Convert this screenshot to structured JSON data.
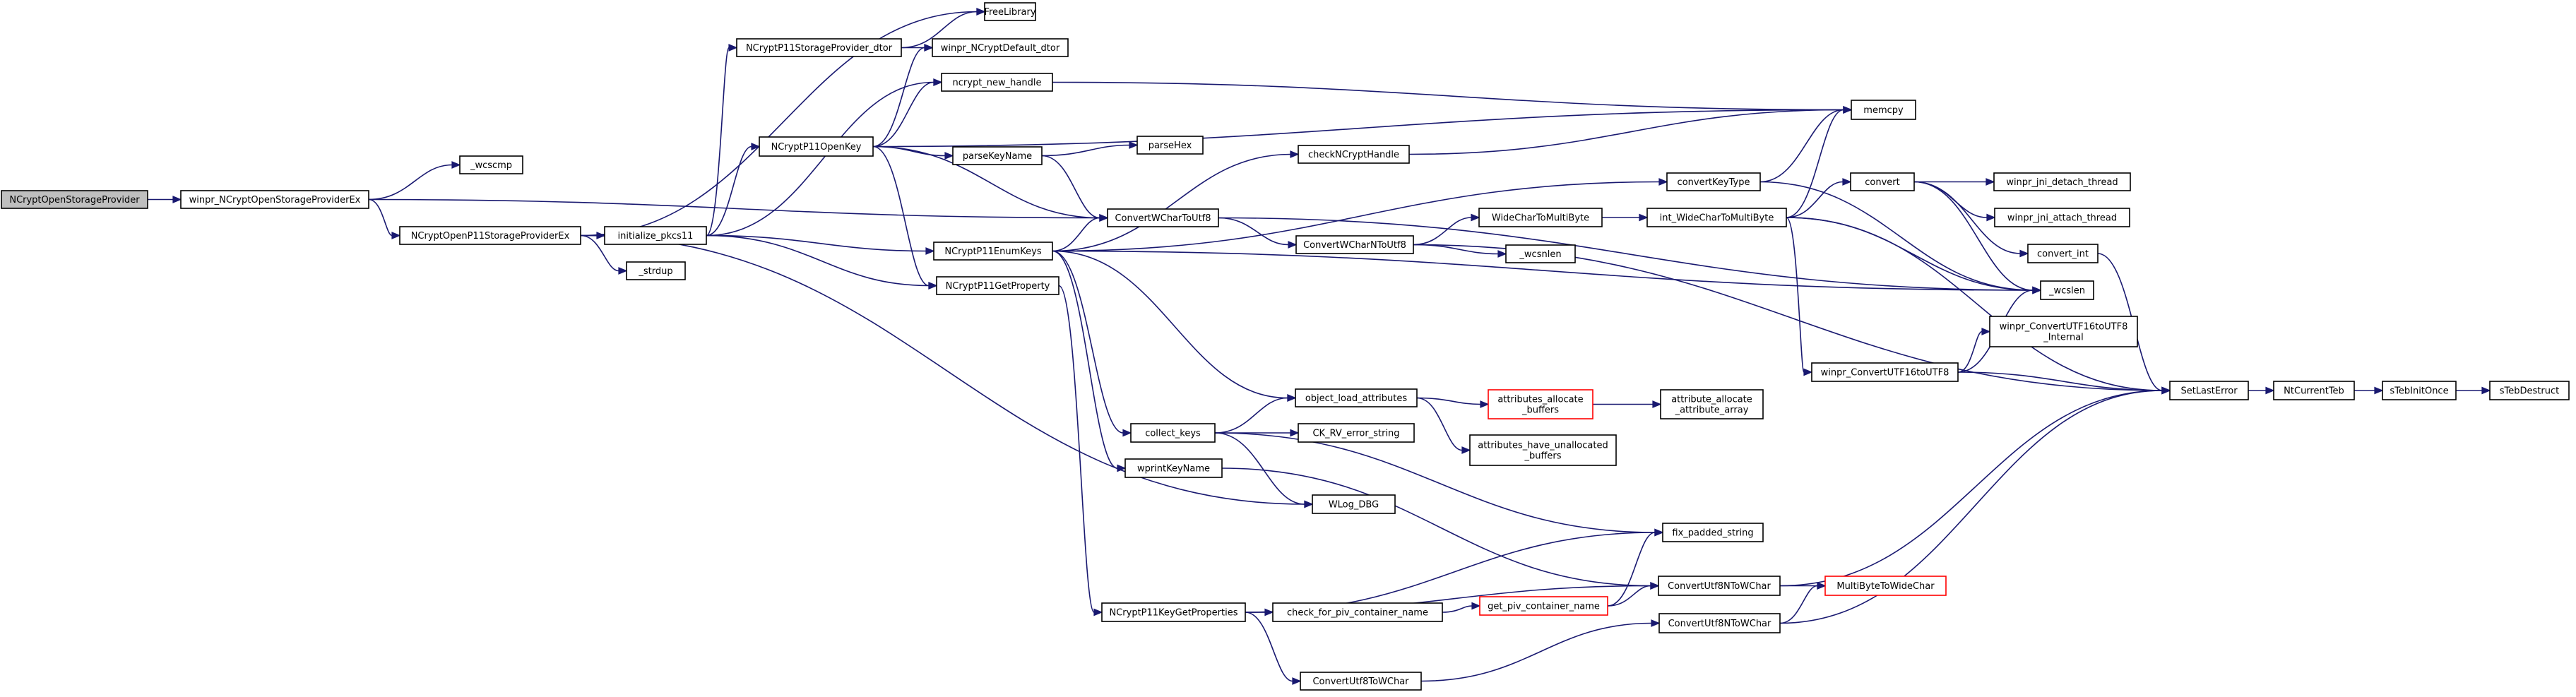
{
  "colors": {
    "edge": "#191970",
    "node_border": "#000000",
    "node_fill": "#ffffff",
    "root_fill": "#bfbfbf",
    "truncated_border": "#ff0000"
  },
  "nodes": [
    {
      "id": "root",
      "label": [
        "NCryptOpenStorageProvider"
      ],
      "root": true
    },
    {
      "id": "winpr_open_ex",
      "label": [
        "winpr_NCryptOpenStorageProviderEx"
      ]
    },
    {
      "id": "wcscmp",
      "label": [
        "_wcscmp"
      ]
    },
    {
      "id": "p11_open_ex",
      "label": [
        "NCryptOpenP11StorageProviderEx"
      ]
    },
    {
      "id": "free_library",
      "label": [
        "FreeLibrary"
      ]
    },
    {
      "id": "p11_dtor",
      "label": [
        "NCryptP11StorageProvider_dtor"
      ]
    },
    {
      "id": "default_dtor",
      "label": [
        "winpr_NCryptDefault_dtor"
      ]
    },
    {
      "id": "new_handle",
      "label": [
        "ncrypt_new_handle"
      ]
    },
    {
      "id": "memcpy",
      "label": [
        "memcpy"
      ]
    },
    {
      "id": "open_key",
      "label": [
        "NCryptP11OpenKey"
      ]
    },
    {
      "id": "parse_key_name",
      "label": [
        "parseKeyName"
      ]
    },
    {
      "id": "parse_hex",
      "label": [
        "parseHex"
      ]
    },
    {
      "id": "init_pkcs11",
      "label": [
        "initialize_pkcs11"
      ]
    },
    {
      "id": "strdup",
      "label": [
        "_strdup"
      ]
    },
    {
      "id": "check_handle",
      "label": [
        "checkNCryptHandle"
      ]
    },
    {
      "id": "cw_to_utf8",
      "label": [
        "ConvertWCharToUtf8"
      ]
    },
    {
      "id": "enum_keys",
      "label": [
        "NCryptP11EnumKeys"
      ]
    },
    {
      "id": "get_property",
      "label": [
        "NCryptP11GetProperty"
      ]
    },
    {
      "id": "convert_key_type",
      "label": [
        "convertKeyType"
      ]
    },
    {
      "id": "cwn_to_utf8",
      "label": [
        "ConvertWCharNToUtf8"
      ]
    },
    {
      "id": "wc_to_mb",
      "label": [
        "WideCharToMultiByte"
      ]
    },
    {
      "id": "int_wc_to_mb",
      "label": [
        "int_WideCharToMultiByte"
      ]
    },
    {
      "id": "wcsnlen",
      "label": [
        "_wcsnlen"
      ]
    },
    {
      "id": "convert",
      "label": [
        "convert"
      ]
    },
    {
      "id": "jni_detach",
      "label": [
        "winpr_jni_detach_thread"
      ]
    },
    {
      "id": "jni_attach",
      "label": [
        "winpr_jni_attach_thread"
      ]
    },
    {
      "id": "convert_int",
      "label": [
        "convert_int"
      ]
    },
    {
      "id": "wcslen",
      "label": [
        "_wcslen"
      ]
    },
    {
      "id": "utf16_to_utf8_internal",
      "label": [
        "winpr_ConvertUTF16toUTF8",
        "_Internal"
      ]
    },
    {
      "id": "utf16_to_utf8",
      "label": [
        "winpr_ConvertUTF16toUTF8"
      ]
    },
    {
      "id": "set_last_error",
      "label": [
        "SetLastError"
      ]
    },
    {
      "id": "nt_current_teb",
      "label": [
        "NtCurrentTeb"
      ]
    },
    {
      "id": "teb_init_once",
      "label": [
        "sTebInitOnce"
      ]
    },
    {
      "id": "teb_destruct",
      "label": [
        "sTebDestruct"
      ]
    },
    {
      "id": "object_load_attrs",
      "label": [
        "object_load_attributes"
      ]
    },
    {
      "id": "attrs_allocate_buffers",
      "label": [
        "attributes_allocate",
        "_buffers"
      ],
      "truncated": true
    },
    {
      "id": "attr_allocate_array",
      "label": [
        "attribute_allocate",
        "_attribute_array"
      ]
    },
    {
      "id": "collect_keys",
      "label": [
        "collect_keys"
      ]
    },
    {
      "id": "ck_rv_error",
      "label": [
        "CK_RV_error_string"
      ]
    },
    {
      "id": "attrs_unallocated",
      "label": [
        "attributes_have_unallocated",
        "_buffers"
      ]
    },
    {
      "id": "wprint_key_name",
      "label": [
        "wprintKeyName"
      ]
    },
    {
      "id": "wlog_dbg",
      "label": [
        "WLog_DBG"
      ]
    },
    {
      "id": "fix_padded",
      "label": [
        "fix_padded_string"
      ]
    },
    {
      "id": "key_get_props",
      "label": [
        "NCryptP11KeyGetProperties"
      ]
    },
    {
      "id": "check_piv",
      "label": [
        "check_for_piv_container_name"
      ]
    },
    {
      "id": "get_piv",
      "label": [
        "get_piv_container_name"
      ],
      "truncated": true
    },
    {
      "id": "c8n_to_wchar_a",
      "label": [
        "ConvertUtf8NToWChar"
      ]
    },
    {
      "id": "mb_to_wc",
      "label": [
        "MultiByteToWideChar"
      ],
      "truncated": true
    },
    {
      "id": "c8n_to_wchar_b",
      "label": [
        "ConvertUtf8NToWChar"
      ]
    },
    {
      "id": "c8_to_wchar",
      "label": [
        "ConvertUtf8ToWChar"
      ]
    }
  ],
  "edges": [
    [
      "root",
      "winpr_open_ex"
    ],
    [
      "winpr_open_ex",
      "wcscmp"
    ],
    [
      "winpr_open_ex",
      "p11_open_ex"
    ],
    [
      "winpr_open_ex",
      "cw_to_utf8"
    ],
    [
      "p11_open_ex",
      "free_library"
    ],
    [
      "p11_open_ex",
      "init_pkcs11"
    ],
    [
      "p11_open_ex",
      "strdup"
    ],
    [
      "p11_open_ex",
      "wlog_dbg"
    ],
    [
      "init_pkcs11",
      "p11_dtor"
    ],
    [
      "init_pkcs11",
      "new_handle"
    ],
    [
      "init_pkcs11",
      "open_key"
    ],
    [
      "init_pkcs11",
      "enum_keys"
    ],
    [
      "init_pkcs11",
      "get_property"
    ],
    [
      "p11_dtor",
      "free_library"
    ],
    [
      "p11_dtor",
      "default_dtor"
    ],
    [
      "new_handle",
      "memcpy"
    ],
    [
      "open_key",
      "default_dtor"
    ],
    [
      "open_key",
      "new_handle"
    ],
    [
      "open_key",
      "memcpy"
    ],
    [
      "open_key",
      "parse_key_name"
    ],
    [
      "open_key",
      "cw_to_utf8"
    ],
    [
      "open_key",
      "get_property"
    ],
    [
      "parse_key_name",
      "parse_hex"
    ],
    [
      "parse_key_name",
      "cw_to_utf8"
    ],
    [
      "enum_keys",
      "check_handle"
    ],
    [
      "enum_keys",
      "cw_to_utf8"
    ],
    [
      "enum_keys",
      "convert_key_type"
    ],
    [
      "enum_keys",
      "wcslen"
    ],
    [
      "enum_keys",
      "collect_keys"
    ],
    [
      "enum_keys",
      "wprint_key_name"
    ],
    [
      "enum_keys",
      "object_load_attrs"
    ],
    [
      "check_handle",
      "memcpy"
    ],
    [
      "convert_key_type",
      "memcpy"
    ],
    [
      "convert_key_type",
      "wcslen"
    ],
    [
      "cw_to_utf8",
      "cwn_to_utf8"
    ],
    [
      "cw_to_utf8",
      "wcslen"
    ],
    [
      "cwn_to_utf8",
      "wc_to_mb"
    ],
    [
      "cwn_to_utf8",
      "wcsnlen"
    ],
    [
      "cwn_to_utf8",
      "set_last_error"
    ],
    [
      "wc_to_mb",
      "int_wc_to_mb"
    ],
    [
      "int_wc_to_mb",
      "memcpy"
    ],
    [
      "int_wc_to_mb",
      "convert"
    ],
    [
      "int_wc_to_mb",
      "wcslen"
    ],
    [
      "int_wc_to_mb",
      "set_last_error"
    ],
    [
      "int_wc_to_mb",
      "utf16_to_utf8"
    ],
    [
      "convert",
      "jni_detach"
    ],
    [
      "convert",
      "jni_attach"
    ],
    [
      "convert",
      "convert_int"
    ],
    [
      "convert",
      "wcslen"
    ],
    [
      "convert_int",
      "set_last_error"
    ],
    [
      "utf16_to_utf8",
      "wcslen"
    ],
    [
      "utf16_to_utf8",
      "utf16_to_utf8_internal"
    ],
    [
      "utf16_to_utf8",
      "set_last_error"
    ],
    [
      "set_last_error",
      "nt_current_teb"
    ],
    [
      "nt_current_teb",
      "teb_init_once"
    ],
    [
      "teb_init_once",
      "teb_destruct"
    ],
    [
      "get_property",
      "key_get_props"
    ],
    [
      "collect_keys",
      "object_load_attrs"
    ],
    [
      "collect_keys",
      "ck_rv_error"
    ],
    [
      "collect_keys",
      "wlog_dbg"
    ],
    [
      "collect_keys",
      "fix_padded"
    ],
    [
      "object_load_attrs",
      "attrs_allocate_buffers"
    ],
    [
      "object_load_attrs",
      "attrs_unallocated"
    ],
    [
      "attrs_allocate_buffers",
      "attr_allocate_array"
    ],
    [
      "wprint_key_name",
      "c8n_to_wchar_a"
    ],
    [
      "key_get_props",
      "fix_padded"
    ],
    [
      "key_get_props",
      "check_piv"
    ],
    [
      "key_get_props",
      "c8n_to_wchar_a"
    ],
    [
      "key_get_props",
      "c8_to_wchar"
    ],
    [
      "check_piv",
      "get_piv"
    ],
    [
      "get_piv",
      "fix_padded"
    ],
    [
      "get_piv",
      "c8n_to_wchar_a"
    ],
    [
      "c8n_to_wchar_a",
      "mb_to_wc"
    ],
    [
      "c8n_to_wchar_a",
      "set_last_error"
    ],
    [
      "c8n_to_wchar_b",
      "mb_to_wc"
    ],
    [
      "c8n_to_wchar_b",
      "set_last_error"
    ],
    [
      "c8_to_wchar",
      "c8n_to_wchar_b"
    ]
  ]
}
